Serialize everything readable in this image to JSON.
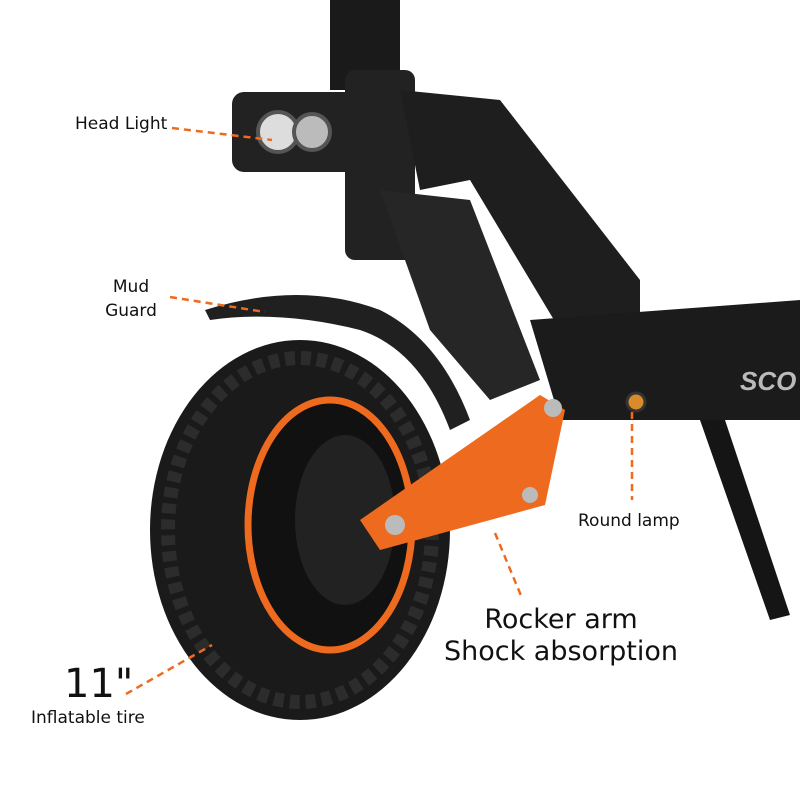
{
  "labels": {
    "head_light": "Head Light",
    "mud_guard_line1": "Mud",
    "mud_guard_line2": "Guard",
    "round_lamp": "Round lamp",
    "rocker_line1": "Rocker arm",
    "rocker_line2": "Shock absorption",
    "tire_size": "11\"",
    "tire_type": "Inflatable tire"
  },
  "deck_text": "SCO",
  "colors": {
    "accent": "#ee6a1e",
    "frame": "#1c1c1c",
    "background": "#ffffff"
  }
}
